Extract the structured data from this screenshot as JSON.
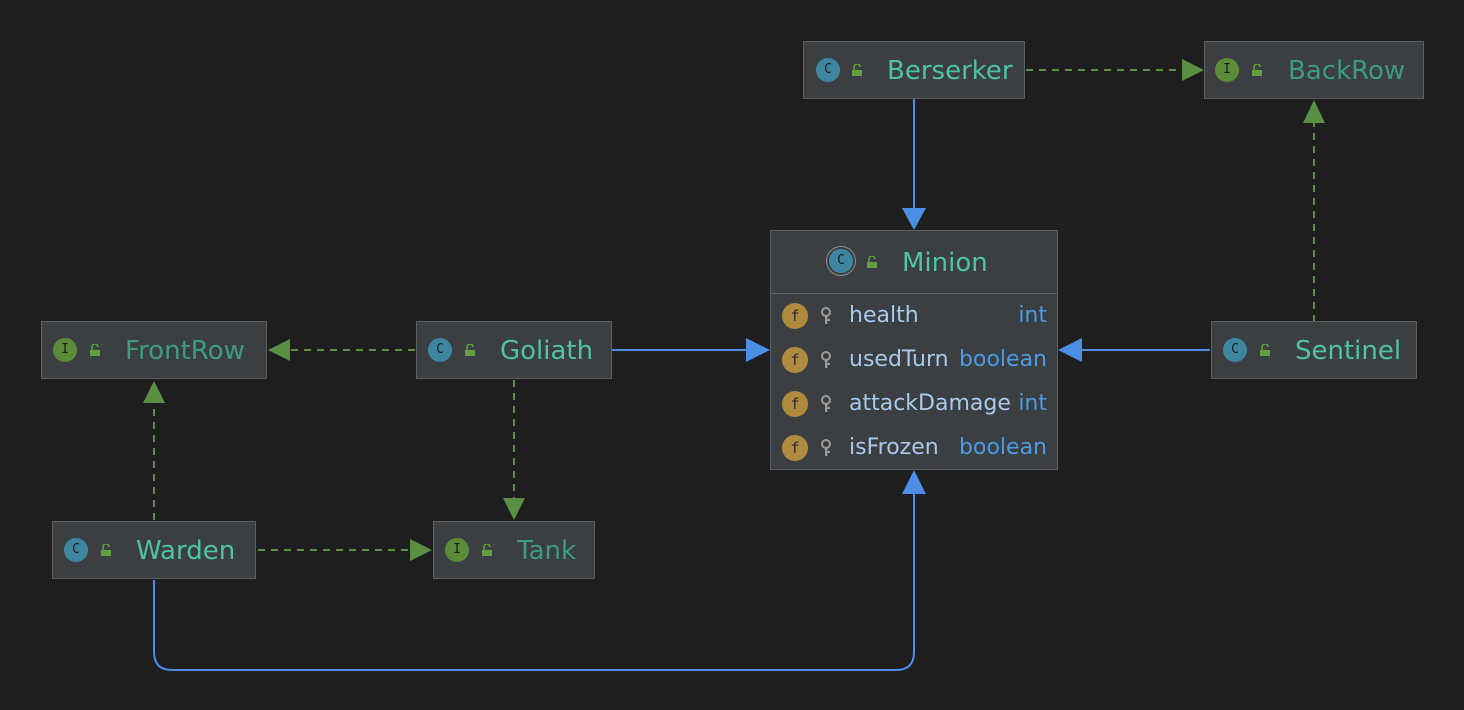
{
  "colors": {
    "background": "#1e1e1e",
    "node_fill": "#3c3f41",
    "node_border": "#5e6163",
    "class_name": "#4ec3a6",
    "interface_name": "#3b9c7e",
    "class_badge": "#3e86a0",
    "interface_badge": "#5b8c3a",
    "field_badge": "#b08a3e",
    "field_name": "#a9c8ec",
    "field_type": "#4c9be8",
    "extends_edge": "#4c8de6",
    "implements_edge": "#5a8f43"
  },
  "nodes": {
    "berserker": {
      "name": "Berserker",
      "kind_letter": "C",
      "kind_icon": "class-icon"
    },
    "backrow": {
      "name": "BackRow",
      "kind_letter": "I",
      "kind_icon": "interface-icon"
    },
    "minion": {
      "name": "Minion",
      "kind_letter": "C",
      "kind_icon": "abstract-class-icon",
      "fields": [
        {
          "badge": "f",
          "name": "health",
          "type": "int"
        },
        {
          "badge": "f",
          "name": "usedTurn",
          "type": "boolean"
        },
        {
          "badge": "f",
          "name": "attackDamage",
          "type": "int"
        },
        {
          "badge": "f",
          "name": "isFrozen",
          "type": "boolean"
        }
      ]
    },
    "frontrow": {
      "name": "FrontRow",
      "kind_letter": "I",
      "kind_icon": "interface-icon"
    },
    "goliath": {
      "name": "Goliath",
      "kind_letter": "C",
      "kind_icon": "class-icon"
    },
    "sentinel": {
      "name": "Sentinel",
      "kind_letter": "C",
      "kind_icon": "class-icon"
    },
    "warden": {
      "name": "Warden",
      "kind_letter": "C",
      "kind_icon": "class-icon"
    },
    "tank": {
      "name": "Tank",
      "kind_letter": "I",
      "kind_icon": "interface-icon"
    }
  },
  "edges": [
    {
      "from": "Berserker",
      "to": "Minion",
      "kind": "extends"
    },
    {
      "from": "Berserker",
      "to": "BackRow",
      "kind": "implements"
    },
    {
      "from": "Sentinel",
      "to": "BackRow",
      "kind": "implements"
    },
    {
      "from": "Sentinel",
      "to": "Minion",
      "kind": "extends"
    },
    {
      "from": "Goliath",
      "to": "Minion",
      "kind": "extends"
    },
    {
      "from": "Goliath",
      "to": "FrontRow",
      "kind": "implements"
    },
    {
      "from": "Goliath",
      "to": "Tank",
      "kind": "implements"
    },
    {
      "from": "Warden",
      "to": "FrontRow",
      "kind": "implements"
    },
    {
      "from": "Warden",
      "to": "Tank",
      "kind": "implements"
    },
    {
      "from": "Warden",
      "to": "Minion",
      "kind": "extends"
    }
  ]
}
